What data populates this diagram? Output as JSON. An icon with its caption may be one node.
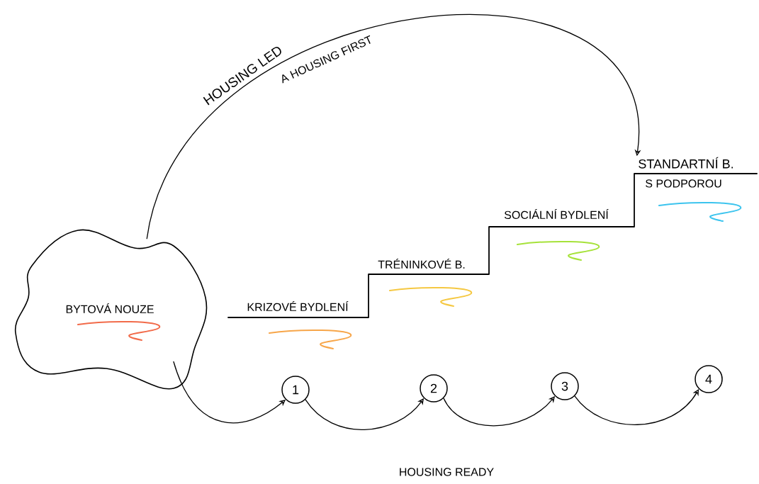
{
  "diagram": {
    "nodes": [
      {
        "text": [
          "BYTOVÁ NOUZE"
        ]
      },
      {
        "text": [
          "1"
        ]
      },
      {
        "text": [
          "2"
        ]
      },
      {
        "text": [
          "3"
        ]
      },
      {
        "text": [
          "4"
        ]
      },
      {
        "text": [
          "STANDARTNÍ B.",
          "S PODPOROU"
        ]
      }
    ],
    "edges": [
      {
        "from": 0,
        "to": 1,
        "arrow": "to"
      },
      {
        "from": 1,
        "to": 2,
        "arrow": "to"
      },
      {
        "from": 2,
        "to": 3,
        "arrow": "to"
      },
      {
        "from": 3,
        "to": 4,
        "arrow": "to"
      },
      {
        "from": 0,
        "to": 5,
        "arrow": "to",
        "label": "HOUSING LED"
      }
    ],
    "labels": [
      "A HOUSING FIRST",
      "TRÉNINKOVÉ B.",
      "SOCIÁLNÍ BYDLENÍ",
      "KRIZOVÉ BYDLENÍ",
      "HOUSING READY"
    ]
  }
}
